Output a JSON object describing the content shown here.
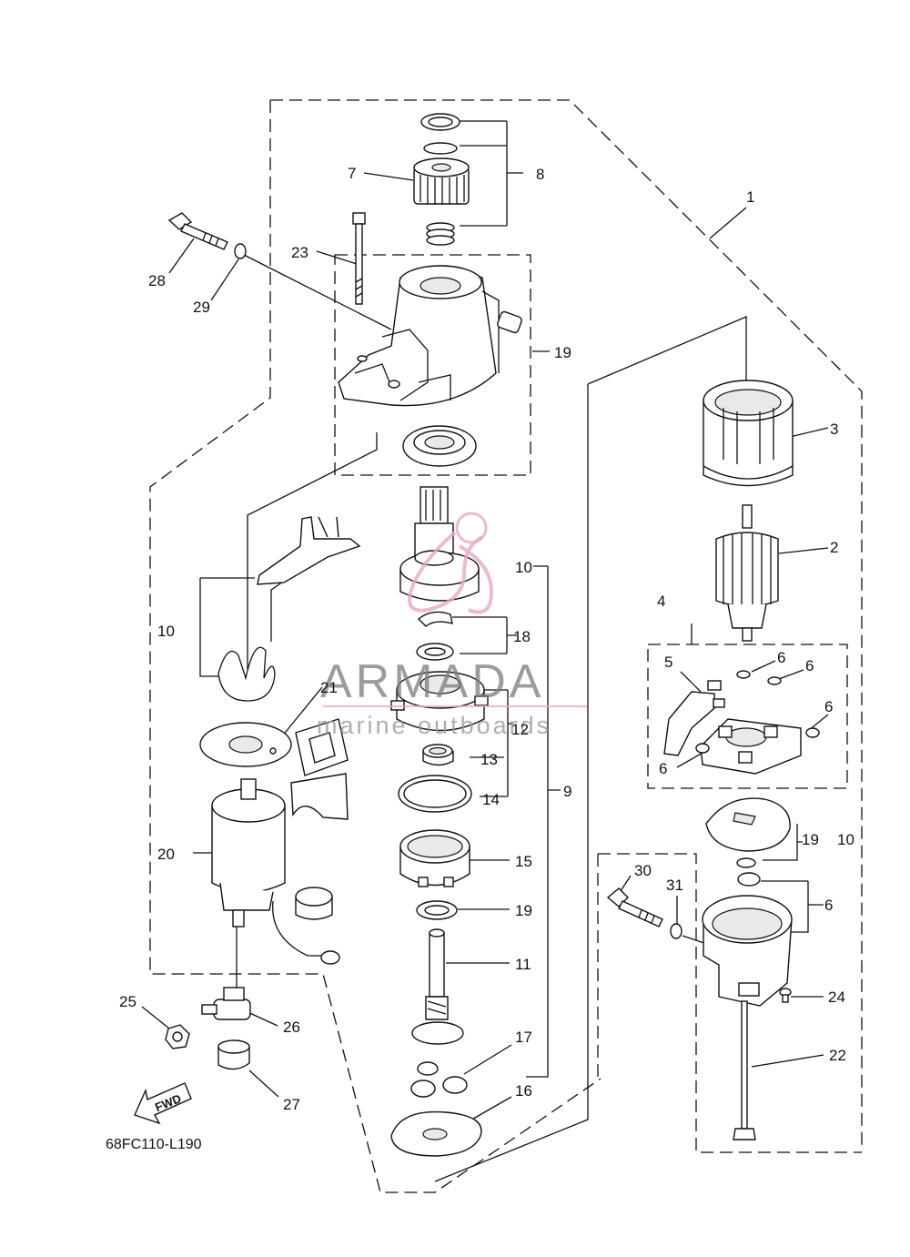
{
  "diagram": {
    "code": "68FC110-L190",
    "fwd_label": "FWD",
    "watermark": {
      "brand": "ARMADA",
      "tagline": "marine outboards"
    },
    "callouts": [
      "1",
      "2",
      "3",
      "4",
      "5",
      "6",
      "6",
      "6",
      "6",
      "6",
      "7",
      "8",
      "9",
      "10",
      "10",
      "11",
      "12",
      "13",
      "14",
      "15",
      "16",
      "17",
      "18",
      "19",
      "19",
      "19",
      "10",
      "20",
      "21",
      "22",
      "23",
      "24",
      "25",
      "26",
      "27",
      "28",
      "29",
      "30",
      "31",
      "30",
      "31"
    ]
  }
}
